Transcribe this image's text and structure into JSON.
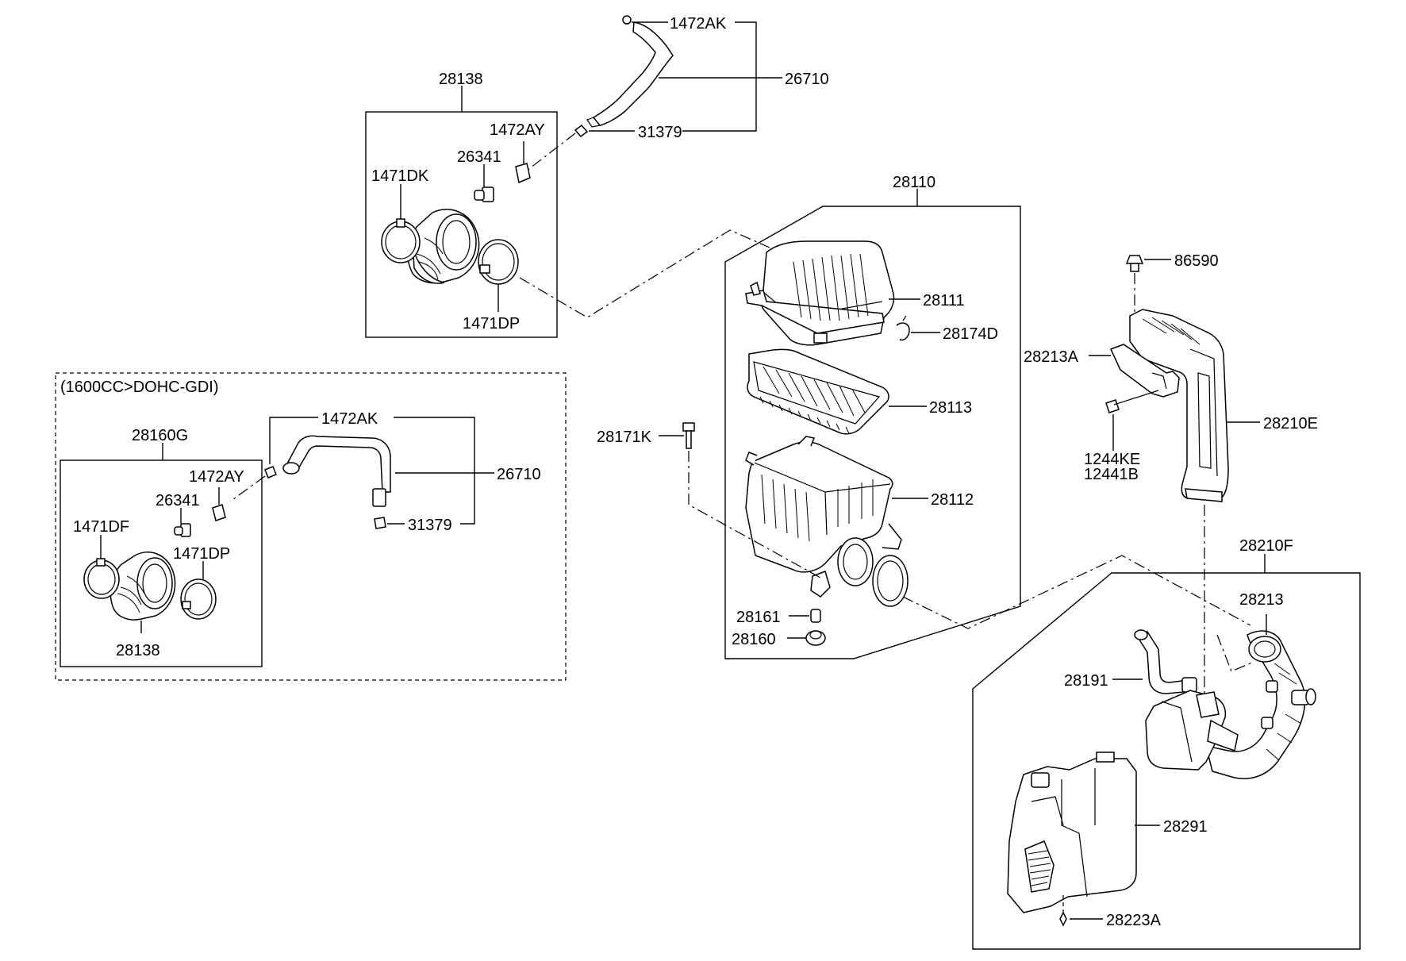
{
  "labels": {
    "p1472AK_top": "1472AK",
    "p26710_top": "26710",
    "p31379_top": "31379",
    "p28138_top": "28138",
    "p1472AY_top": "1472AY",
    "p26341_top": "26341",
    "p1471DK": "1471DK",
    "p1471DP_top": "1471DP",
    "variant_note": "(1600CC>DOHC-GDI)",
    "p28160G": "28160G",
    "p1472AK_mid": "1472AK",
    "p26710_mid": "26710",
    "p31379_mid": "31379",
    "p1472AY_mid": "1472AY",
    "p26341_mid": "26341",
    "p1471DF": "1471DF",
    "p1471DP_mid": "1471DP",
    "p28138_mid": "28138",
    "p28110": "28110",
    "p28111": "28111",
    "p28174D": "28174D",
    "p28113": "28113",
    "p28171K": "28171K",
    "p28112": "28112",
    "p28161": "28161",
    "p28160": "28160",
    "p86590": "86590",
    "p28213A": "28213A",
    "p28210E": "28210E",
    "p1244KE": "1244KE",
    "p12441B": "12441B",
    "p28210F": "28210F",
    "p28213": "28213",
    "p28191": "28191",
    "p28291": "28291",
    "p28223A": "28223A"
  }
}
